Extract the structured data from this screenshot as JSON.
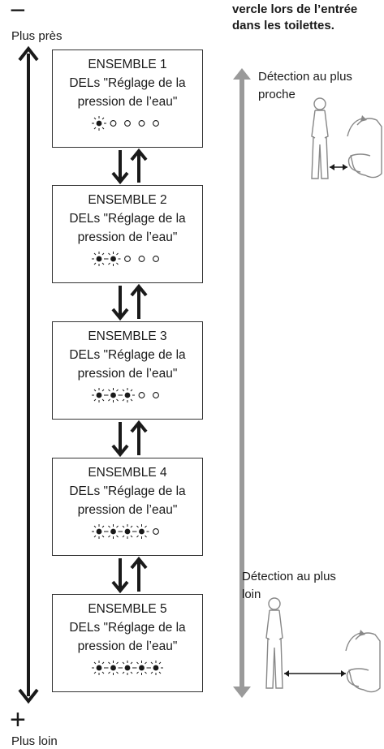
{
  "header": {
    "line1": "vercle lors de l’entrée",
    "line2": "dans les toilettes."
  },
  "scale": {
    "top_sign": "−",
    "top_label": "Plus près",
    "bottom_sign": "+",
    "bottom_label": "Plus loin"
  },
  "sets": [
    {
      "title": "ENSEMBLE 1",
      "line2": "DELs \"Réglage de la",
      "line3": "pression de l’eau\"",
      "lit": 1,
      "total": 5
    },
    {
      "title": "ENSEMBLE 2",
      "line2": "DELs \"Réglage de la",
      "line3": "pression de l’eau\"",
      "lit": 2,
      "total": 5
    },
    {
      "title": "ENSEMBLE 3",
      "line2": "DELs \"Réglage de la",
      "line3": "pression de l’eau\"",
      "lit": 3,
      "total": 5
    },
    {
      "title": "ENSEMBLE 4",
      "line2": "DELs \"Réglage de la",
      "line3": "pression de l’eau\"",
      "lit": 4,
      "total": 5
    },
    {
      "title": "ENSEMBLE 5",
      "line2": "DELs \"Réglage de la",
      "line3": "pression de l’eau\"",
      "lit": 5,
      "total": 5
    }
  ],
  "detection": {
    "near_line1": "Détection au plus",
    "near_line2": "proche",
    "far_line1": "Détection au plus",
    "far_line2": "loin"
  },
  "colors": {
    "line": "#1a1a1a",
    "gray_arrow": "#9a9a9a",
    "figure": "#888888"
  }
}
